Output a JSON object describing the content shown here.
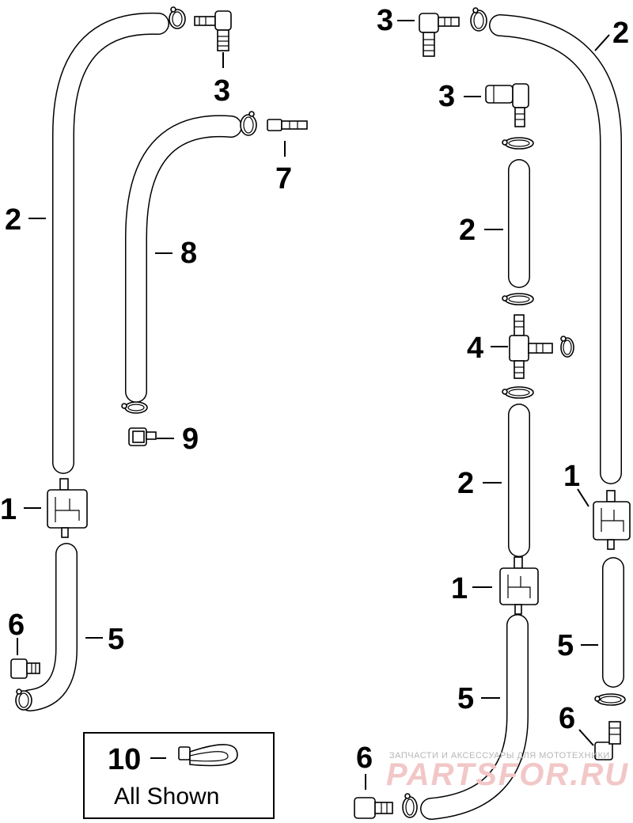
{
  "callouts": {
    "c1": "3",
    "c2": "2",
    "c3": "7",
    "c4": "8",
    "c5": "9",
    "c6": "1",
    "c7": "6",
    "c8": "5",
    "c9": "3",
    "c10": "2",
    "c11": "3",
    "c12": "2",
    "c13": "4",
    "c14": "2",
    "c15": "1",
    "c16": "1",
    "c17": "5",
    "c18": "5",
    "c19": "6",
    "c20": "6"
  },
  "legend": {
    "number": "10",
    "caption": "All Shown"
  },
  "watermark": {
    "line1": "ЗАПЧАСТИ И АКСЕССУАРЫ ДЛЯ МОТОТЕХНИКИ",
    "line2": "PARTSFOR.RU"
  }
}
